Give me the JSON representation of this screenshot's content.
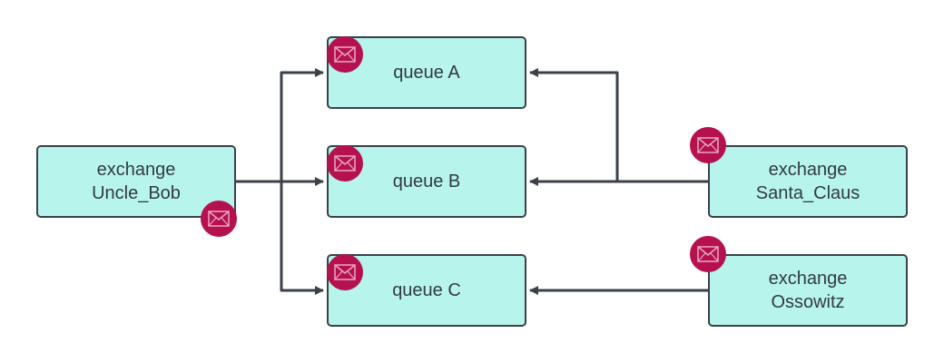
{
  "colors": {
    "node_fill": "#b6f4ec",
    "node_border": "#3a414a",
    "badge": "#b5114f",
    "edge": "#3a414a"
  },
  "nodes": {
    "exchange_uncle_bob": {
      "line1": "exchange",
      "line2": "Uncle_Bob",
      "icon": "envelope-icon"
    },
    "queue_a": {
      "label": "queue A",
      "icon": "envelope-icon"
    },
    "queue_b": {
      "label": "queue B",
      "icon": "envelope-icon"
    },
    "queue_c": {
      "label": "queue C",
      "icon": "envelope-icon"
    },
    "exchange_santa_claus": {
      "line1": "exchange",
      "line2": "Santa_Claus",
      "icon": "envelope-icon"
    },
    "exchange_ossowitz": {
      "line1": "exchange",
      "line2": "Ossowitz",
      "icon": "envelope-icon"
    }
  },
  "edges": [
    {
      "from": "exchange Uncle_Bob",
      "to": "queue A"
    },
    {
      "from": "exchange Uncle_Bob",
      "to": "queue B"
    },
    {
      "from": "exchange Uncle_Bob",
      "to": "queue C"
    },
    {
      "from": "exchange Santa_Claus",
      "to": "queue A"
    },
    {
      "from": "exchange Santa_Claus",
      "to": "queue B"
    },
    {
      "from": "exchange Ossowitz",
      "to": "queue C"
    }
  ]
}
